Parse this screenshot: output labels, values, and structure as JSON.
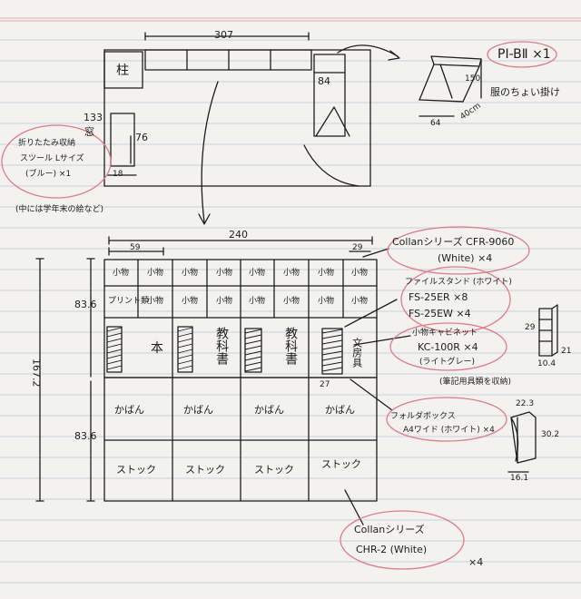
{
  "top": {
    "width_dim": "307",
    "pillar": "柱",
    "window": "窓",
    "window_height": "133",
    "cabinet_height": "76",
    "cabinet_depth": "18",
    "door_dim": "84",
    "folding_rack": {
      "model": "PI-BⅡ ×1",
      "caption": "服のちょい掛け",
      "height": "150",
      "width": "64",
      "depth": "40cm"
    },
    "drawer_note": {
      "line1": "折りたたみ収納",
      "line2": "スツール Lサイズ",
      "line3": "(ブルー) ×1",
      "sub": "(中には学年末の絵など)"
    }
  },
  "bottom": {
    "total_width": "240",
    "col_width": "59",
    "col_narrow": "29",
    "height_total": "167.2",
    "height_upper": "83.6",
    "height_lower": "83.6",
    "shelf_cells": [
      "小物",
      "小物",
      "小物",
      "小物",
      "小物",
      "小物",
      "小物",
      "小物"
    ],
    "row2_cells": [
      "プリント類",
      "小物",
      "小物",
      "小物",
      "小物",
      "小物",
      "小物",
      "小物"
    ],
    "book_labels": [
      "本",
      "教科書",
      "教科書",
      "文房具"
    ],
    "bag_labels": [
      "かばん",
      "かばん",
      "かばん",
      "かばん"
    ],
    "stock_labels": [
      "ストック",
      "ストック",
      "ストック",
      "ストック"
    ],
    "gap_dim": "27",
    "cfr": {
      "line1": "Collanシリーズ CFR-9060",
      "line2": "(White) ×4"
    },
    "file_stand": {
      "line1": "ファイルスタンド (ホワイト)",
      "line2": "FS-25ER ×8",
      "line3": "FS-25EW ×4"
    },
    "cabinet": {
      "line1": "小物キャビネット",
      "line2": "KC-100R ×4",
      "line3": "(ライトグレー)",
      "line4": "(筆記用具類を収納)",
      "dim_h": "29",
      "dim_w": "10.4",
      "dim_d": "21"
    },
    "folder_box": {
      "line1": "フォルダボックス",
      "line2": "A4ワイド (ホワイト) ×4",
      "dim_top": "22.3",
      "dim_h": "30.2",
      "dim_w": "16.1"
    },
    "chr": {
      "line1": "Collanシリーズ",
      "line2": "CHR-2 (White)",
      "qty": "×4"
    }
  },
  "colors": {
    "ink": "#1d1d1d",
    "pink": "#e07a8a",
    "rule": "#b9c6d8",
    "margin": "#e2a9ae"
  }
}
